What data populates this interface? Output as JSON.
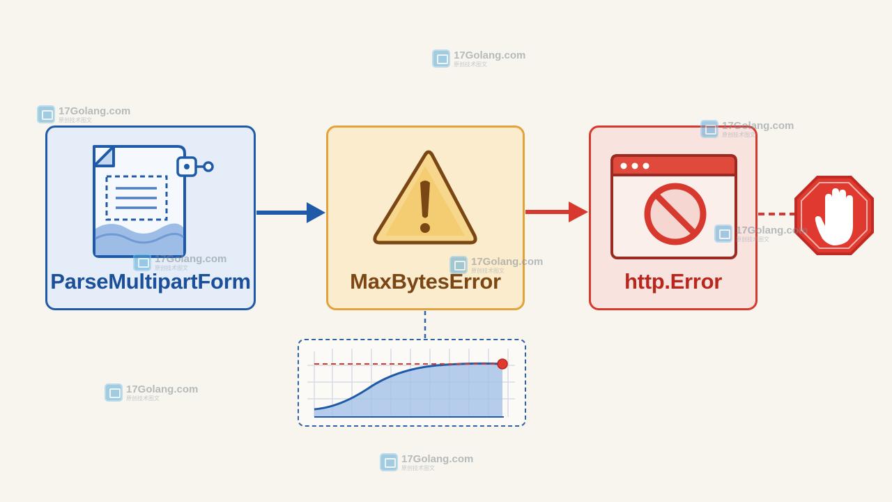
{
  "diagram": {
    "nodes": [
      {
        "id": "parse",
        "label": "ParseMultipartForm",
        "icon": "upload-file-icon",
        "color": "#1f5aa8"
      },
      {
        "id": "max",
        "label": "MaxBytesError",
        "icon": "warning-triangle-icon",
        "color": "#e3a23b"
      },
      {
        "id": "http",
        "label": "http.Error",
        "icon": "browser-blocked-icon",
        "color": "#d8392e"
      }
    ],
    "edges": [
      {
        "from": "parse",
        "to": "max",
        "style": "solid-arrow",
        "color": "#1f5aa8"
      },
      {
        "from": "max",
        "to": "http",
        "style": "solid-arrow",
        "color": "#d8392e"
      },
      {
        "from": "http",
        "to": "stop",
        "style": "dashed-line",
        "color": "#d8392e"
      },
      {
        "from": "max",
        "to": "limit-chart",
        "style": "dashed-line",
        "color": "#2e62a8"
      }
    ],
    "stop_sign_icon": "stop-hand-icon",
    "chart_icon": "size-limit-curve-icon"
  },
  "watermark": {
    "main": "17Golang.com",
    "sub": "原创技术图文"
  }
}
